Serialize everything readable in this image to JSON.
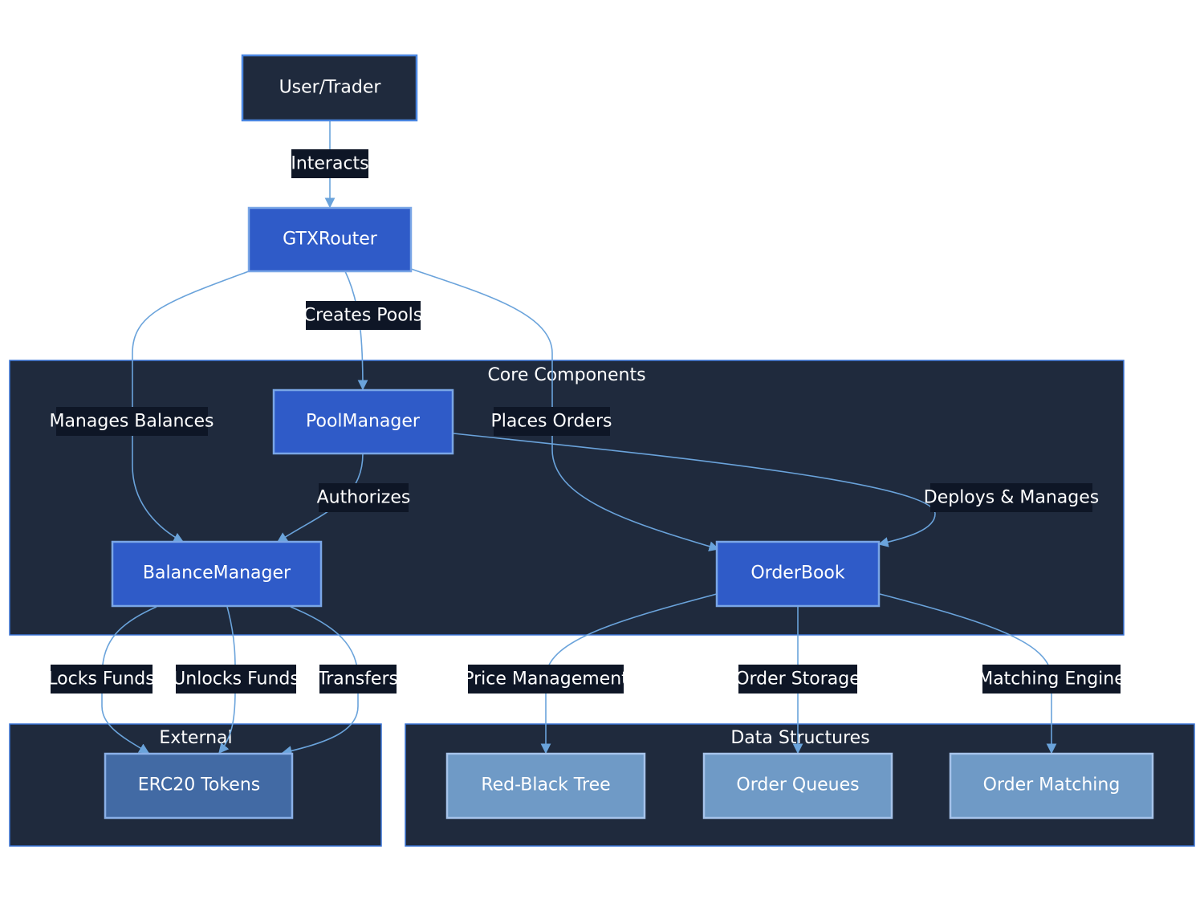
{
  "nodes": {
    "user": "User/Trader",
    "router": "GTXRouter",
    "pool_manager": "PoolManager",
    "balance_manager": "BalanceManager",
    "order_book": "OrderBook",
    "erc20": "ERC20 Tokens",
    "red_black_tree": "Red-Black Tree",
    "order_queues": "Order Queues",
    "order_matching": "Order Matching"
  },
  "clusters": {
    "core": "Core Components",
    "external": "External",
    "data_structures": "Data Structures"
  },
  "edges": {
    "interacts": "Interacts",
    "creates_pools": "Creates Pools",
    "manages_balances": "Manages Balances",
    "places_orders": "Places Orders",
    "authorizes": "Authorizes",
    "deploys_manages": "Deploys & Manages",
    "locks_funds": "Locks Funds",
    "unlocks_funds": "Unlocks Funds",
    "transfers": "Transfers",
    "price_management": "Price Management",
    "order_storage": "Order Storage",
    "matching_engine": "Matching Engine"
  }
}
